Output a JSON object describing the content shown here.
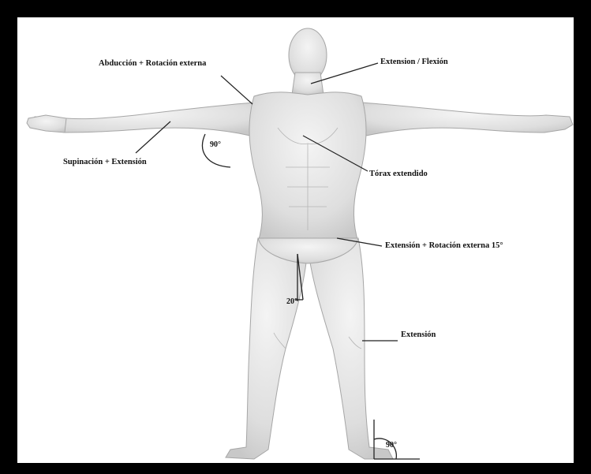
{
  "labels": {
    "abduccion": "Abducción + Rotación externa",
    "extension_flexion": "Extension / Flexión",
    "supinacion": "Supinación + Extensión",
    "torax": "Tórax extendido",
    "rotacion_15": "Extensión + Rotación externa 15°",
    "extension": "Extensión"
  },
  "angles": {
    "shoulder": "90°",
    "hip": "20°",
    "ankle": "90°"
  },
  "colors": {
    "frame": "#000000",
    "background": "#ffffff",
    "body": "#e6e6e6",
    "outline": "#9a9a9a",
    "text": "#111111"
  }
}
